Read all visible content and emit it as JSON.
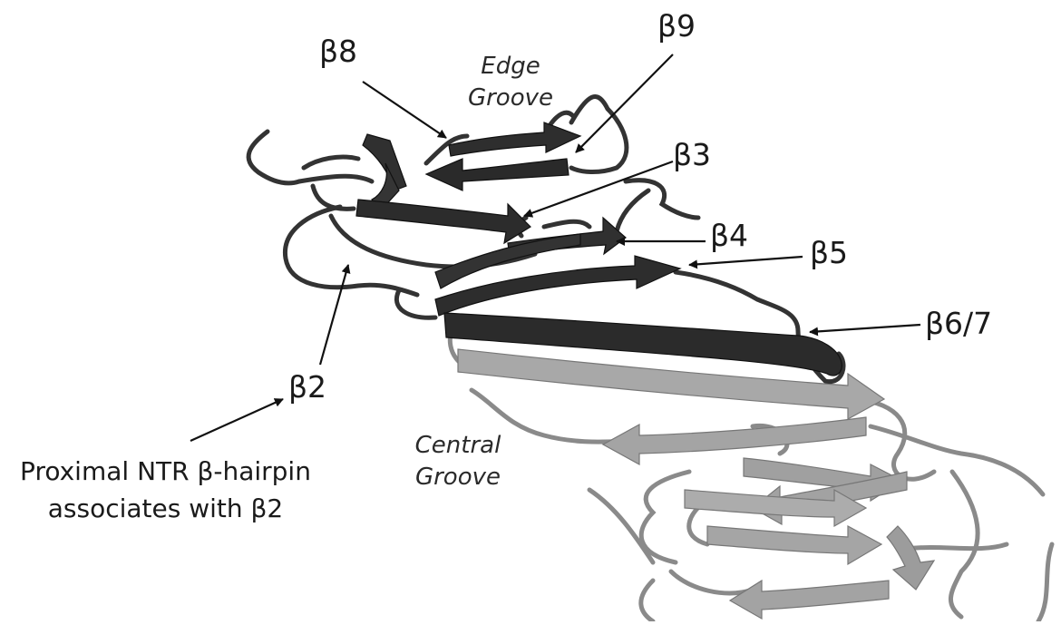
{
  "labels": {
    "b8": "β8",
    "b9": "β9",
    "b3": "β3",
    "b4": "β4",
    "b5": "β5",
    "b67": "β6/7",
    "b2": "β2"
  },
  "grooves": {
    "edge_line1": "Edge",
    "edge_line2": "Groove",
    "central_line1": "Central",
    "central_line2": "Groove"
  },
  "caption": {
    "line1": "Proximal NTR β-hairpin",
    "line2": "associates with β2"
  },
  "colors": {
    "dark_domain": "#2b2b2b",
    "light_domain": "#a6a6a6",
    "arrow": "#111111"
  }
}
